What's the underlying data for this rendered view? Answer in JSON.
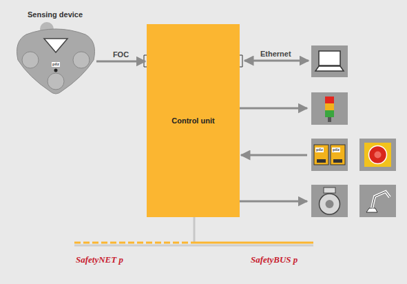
{
  "diagram": {
    "nodes": [
      {
        "text": [
          "Sensing device"
        ]
      },
      {
        "text": [
          "Control unit"
        ]
      }
    ],
    "edges": [
      {
        "from": 0,
        "to": 1,
        "label": "FOC",
        "arrow": "to"
      }
    ],
    "labels": [
      "Ethernet",
      "SafetyNET p",
      "SafetyBUS p",
      "pilz",
      "pilz",
      "pilz"
    ]
  }
}
